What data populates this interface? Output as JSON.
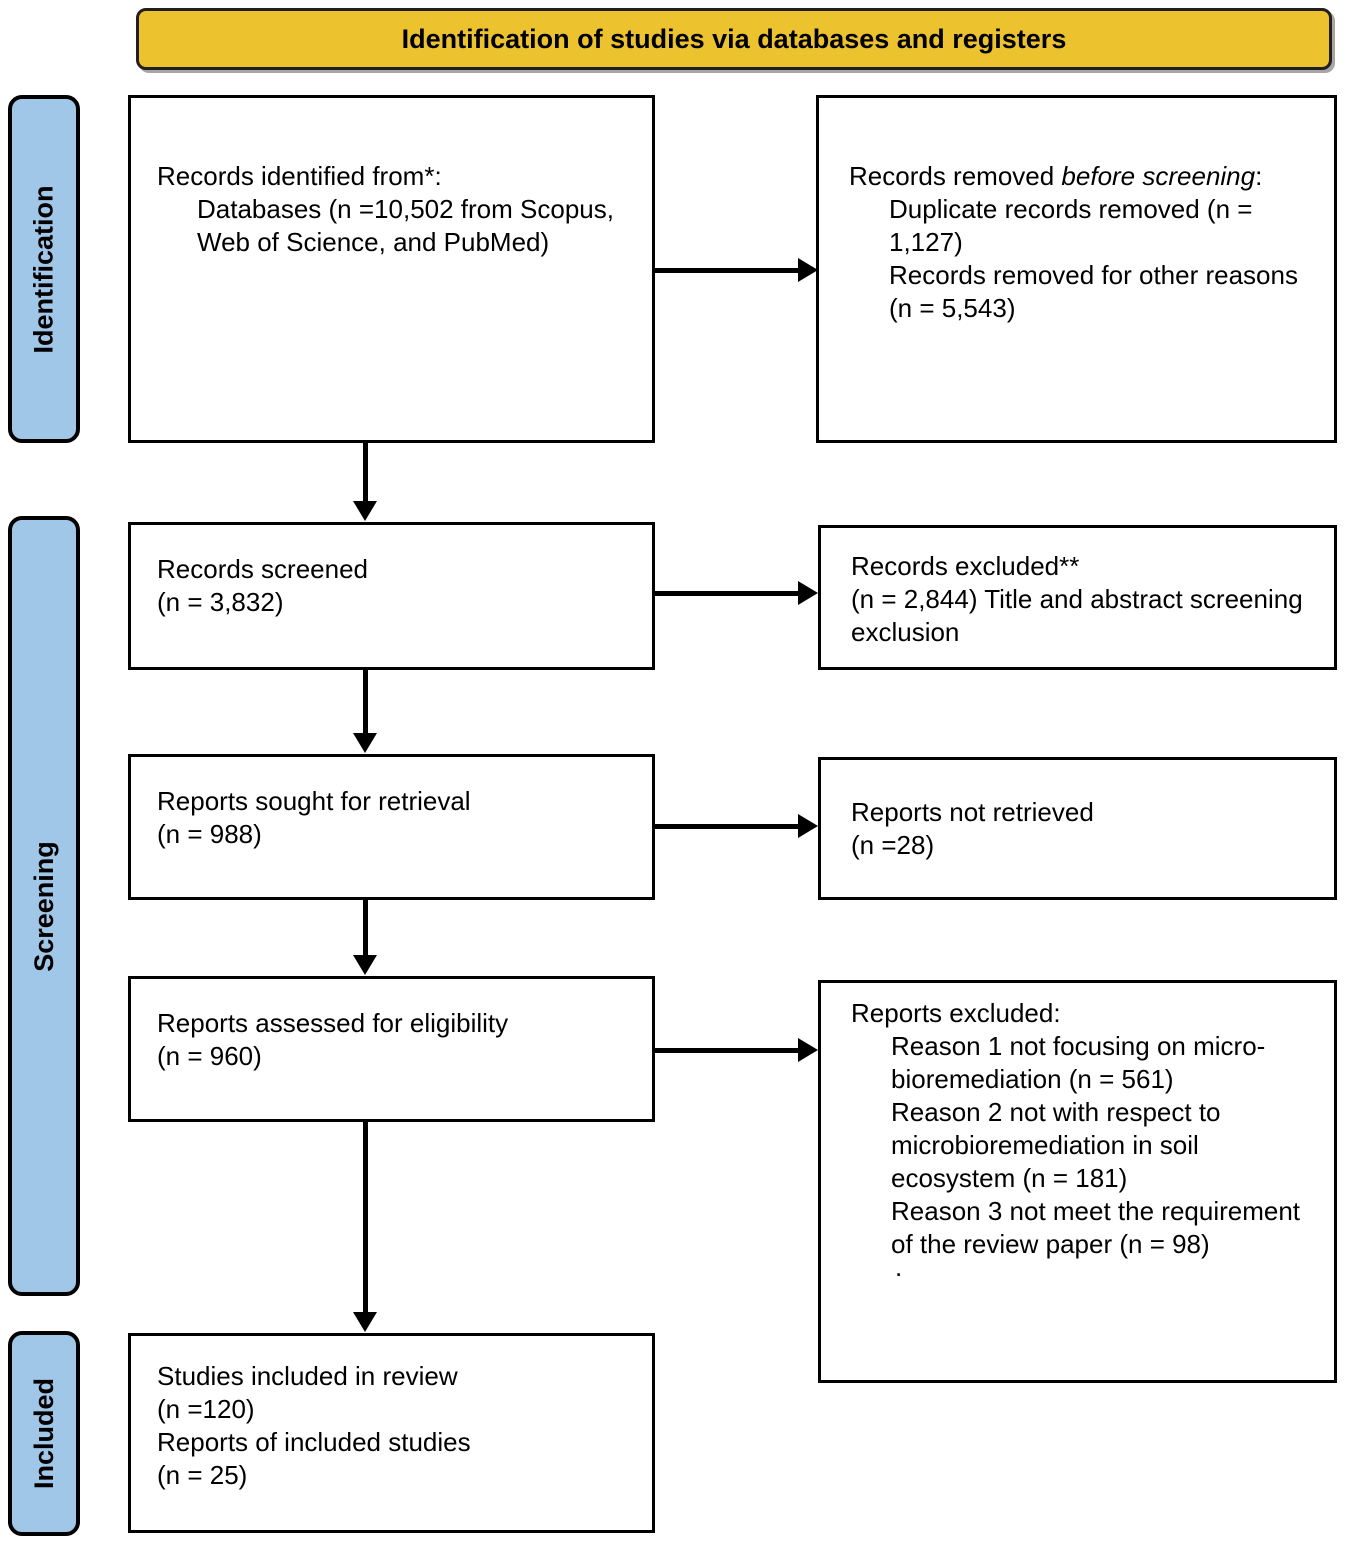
{
  "banner": {
    "title": "Identification of studies via databases and registers"
  },
  "stages": [
    {
      "id": "identification",
      "label": "Identification"
    },
    {
      "id": "screening",
      "label": "Screening"
    },
    {
      "id": "included",
      "label": "Included"
    }
  ],
  "boxes": {
    "identified": {
      "line1": "Records identified from*:",
      "line2": "Databases (n =10,502 from Scopus, Web of Science, and PubMed)"
    },
    "removed": {
      "line1_plain": "Records removed ",
      "line1_italic": "before screening",
      "line1_tail": ":",
      "line2": "Duplicate records removed (n = 1,127)",
      "line3": "Records removed for other reasons (n = 5,543)"
    },
    "screened": {
      "line1": "Records screened",
      "line2": "(n = 3,832)"
    },
    "excluded_records": {
      "line1": "Records excluded**",
      "line2": "(n = 2,844) Title and abstract screening exclusion"
    },
    "sought": {
      "line1": "Reports sought for retrieval",
      "line2": "(n = 988)"
    },
    "not_retrieved": {
      "line1": "Reports not retrieved",
      "line2": "(n =28)"
    },
    "assessed": {
      "line1": "Reports assessed for eligibility",
      "line2": "(n = 960)"
    },
    "reports_excluded": {
      "line1": "Reports excluded:",
      "line2": "Reason 1 not focusing on micro-bioremediation (n = 561)",
      "line3": "Reason 2 not with respect to microbioremediation in soil ecosystem (n = 181)",
      "line4": "Reason 3 not meet the requirement of the review paper (n = 98)",
      "line5": "."
    },
    "included": {
      "line1": "Studies included in review",
      "line2": "(n =120)",
      "line3": "Reports of included studies",
      "line4": "(n = 25)"
    }
  },
  "colors": {
    "banner_fill": "#ECC22E",
    "stage_fill": "#A0C6E8",
    "border": "#000000",
    "background": "#FFFFFF"
  }
}
